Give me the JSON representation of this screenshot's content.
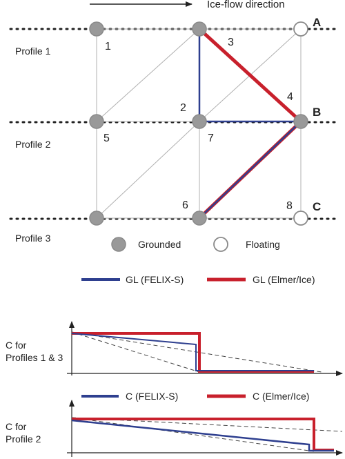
{
  "header": {
    "flow_label": "Ice-flow direction"
  },
  "profiles": [
    {
      "label": "Profile 1"
    },
    {
      "label": "Profile 2"
    },
    {
      "label": "Profile 3"
    }
  ],
  "row_letters": [
    "A",
    "B",
    "C"
  ],
  "nodes": [
    {
      "id": "n1",
      "label": "1",
      "state": "grounded"
    },
    {
      "id": "n2",
      "label": "2",
      "state": "grounded"
    },
    {
      "id": "n3",
      "label": "3",
      "state": "grounded"
    },
    {
      "id": "n4",
      "label": "4",
      "state": "grounded"
    },
    {
      "id": "n5",
      "label": "5",
      "state": "grounded"
    },
    {
      "id": "n6",
      "label": "6",
      "state": "grounded"
    },
    {
      "id": "n7",
      "label": "7",
      "state": "grounded"
    },
    {
      "id": "n8",
      "label": "8",
      "state": "floating"
    }
  ],
  "node_legend": {
    "grounded": "Grounded",
    "floating": "Floating"
  },
  "line_legend": {
    "felix": "GL (FELIX-S)",
    "elmer": "GL (Elmer/Ice)"
  },
  "plots": {
    "top": {
      "ylabel_line1": "C for",
      "ylabel_line2": "Profiles 1 & 3"
    },
    "bottom": {
      "ylabel_line1": "C for",
      "ylabel_line2": "Profile 2",
      "legend_felix": "C (FELIX-S)",
      "legend_elmer": "C (Elmer/Ice)"
    }
  },
  "colors": {
    "felix": "#2e3f8f",
    "elmer": "#c8202c",
    "node_fill": "#999999",
    "node_stroke": "#8a8a8a",
    "mesh": "#b0b0b0"
  }
}
